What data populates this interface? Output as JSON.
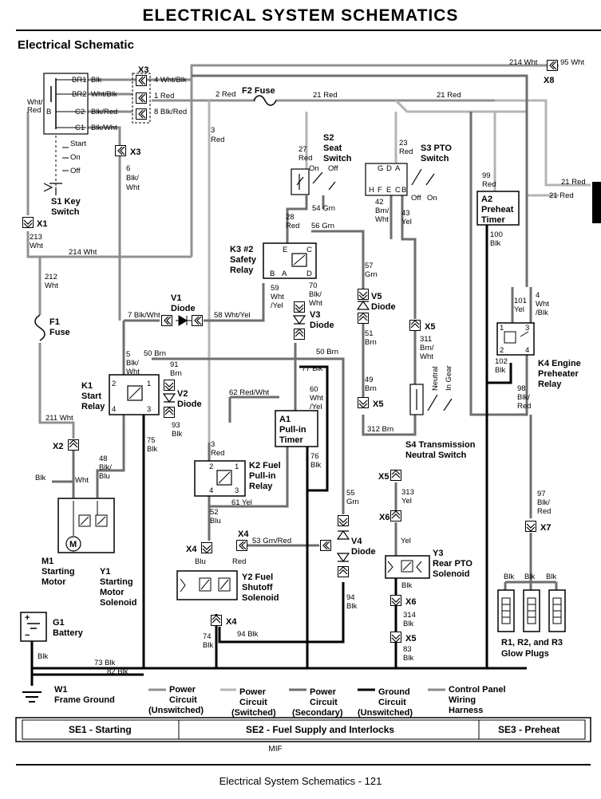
{
  "page": {
    "title": "ELECTRICAL   SYSTEM SCHEMATICS",
    "section_heading": "Electrical Schematic",
    "footer_code": "MIF",
    "footer_text": "Electrical   System Schematics  - 121"
  },
  "colors": {
    "power_unswitched": "#909090",
    "power_switched": "#b4b4b4",
    "power_secondary": "#6e6e6e",
    "ground": "#000000",
    "harness": "#8a8a8a"
  },
  "wire_labels": {
    "br1_blk": "Blk",
    "br2_whtblk": "Wht/Blk",
    "c2_blkred": "Blk/Red",
    "c1_blkwht": "Blk/Wht",
    "whtred_1": "Wht/",
    "whtred_2": "Red",
    "w4": "4 Wht/Blk",
    "w1": "1 Red",
    "w8": "8 Blk/Red",
    "w2": "2 Red",
    "w21a": "21 Red",
    "w21b": "21 Red",
    "w21c": "21 Red",
    "w21d": "21 Red",
    "w214a": "214 Wht",
    "w95": "95 Wht",
    "w3a_1": "3",
    "w3a_2": "Red",
    "w6_1": "6",
    "w6_2": "Blk/",
    "w6_3": "Wht",
    "w27_1": "27",
    "w27_2": "Red",
    "w23_1": "23",
    "w23_2": "Red",
    "w99_1": "99",
    "w99_2": "Red",
    "w54": "54 Grn",
    "w42_1": "42",
    "w42_2": "Brn/",
    "w42_3": "Wht",
    "w43_1": "43",
    "w43_2": "Yel",
    "w213_1": "213",
    "w213_2": "Wht",
    "w214b": "214 Wht",
    "w28_1": "28",
    "w28_2": "Red",
    "w56": "56 Grn",
    "w100_1": "100",
    "w100_2": "Blk",
    "w212_1": "212",
    "w212_2": "Wht",
    "w57_1": "57",
    "w57_2": "Grn",
    "w59_1": "59",
    "w59_2": "Wht",
    "w59_3": "/Yel",
    "w70_1": "70",
    "w70_2": "Blk/",
    "w70_3": "Wht",
    "w101_1": "101",
    "w101_2": "Yel",
    "w4wb_1": "4",
    "w4wb_2": "Wht",
    "w4wb_3": "/Blk",
    "w7": "7 Blk/Wht",
    "w58": "58 Wht/Yel",
    "w51_1": "51",
    "w51_2": "Brn",
    "w311_1": "311",
    "w311_2": "Brn/",
    "w311_3": "Wht",
    "w5_1": "5",
    "w5_2": "Blk/",
    "w5_3": "Wht",
    "w50a": "50 Brn",
    "w50b": "50 Brn",
    "w91_1": "91",
    "w91_2": "Brn",
    "w77": "77 Blk",
    "w102_1": "102",
    "w102_2": "Blk",
    "w49_1": "49",
    "w49_2": "Brn",
    "w62": "62 Red/Wht",
    "w60_1": "60",
    "w60_2": "Wht",
    "w60_3": "/Yel",
    "w98_1": "98",
    "w98_2": "Blk/",
    "w98_3": "Red",
    "w211": "211 Wht",
    "w93_1": "93",
    "w93_2": "Blk",
    "w312": "312 Brn",
    "w75_1": "75",
    "w75_2": "Blk",
    "w3b_1": "3",
    "w3b_2": "Red",
    "w76_1": "76",
    "w76_2": "Blk",
    "w48_1": "48",
    "w48_2": "Blk/",
    "w48_3": "Blu",
    "w313_1": "313",
    "w313_2": "Yel",
    "w97_1": "97",
    "w97_2": "Blk/",
    "w97_3": "Red",
    "blk_m1": "Blk",
    "wht_m1": "Wht",
    "w61": "61 Yel",
    "w55_1": "55",
    "w55_2": "Grn",
    "w52_1": "52",
    "w52_2": "Blu",
    "w53": "53 Grn/Red",
    "yel_y3": "Yel",
    "blu_y2": "Blu",
    "red_y2": "Red",
    "blk_y3": "Blk",
    "blk_r1": "Blk",
    "blk_r2": "Blk",
    "blk_r3": "Blk",
    "w94a_1": "94",
    "w94a_2": "Blk",
    "w314_1": "314",
    "w314_2": "Blk",
    "w74_1": "74",
    "w74_2": "Blk",
    "w94b": "94 Blk",
    "w83_1": "83",
    "w83_2": "Blk",
    "blk_g1": "Blk",
    "w73": "73 Blk",
    "w82": "82 Blk"
  },
  "components": {
    "s1_line1": "S1 Key",
    "s1_line2": "Switch",
    "s1_br1": "BR1",
    "s1_br2": "BR2",
    "s1_c2": "C2",
    "s1_c1": "C1",
    "s1_b": "B",
    "s1_start": "Start",
    "s1_on": "On",
    "s1_off": "Off",
    "f2": "F2 Fuse",
    "s2_line1": "S2",
    "s2_line2": "Seat",
    "s2_line3": "Switch",
    "s2_on": "On",
    "s2_off": "Off",
    "s3_line1": "S3 PTO",
    "s3_line2": "Switch",
    "s3_off": "Off",
    "s3_on": "On",
    "s3_g": "G",
    "s3_d": "D",
    "s3_a": "A",
    "s3_h": "H",
    "s3_f": "F",
    "s3_e": "E",
    "s3_c": "C",
    "s3_b": "B",
    "a2_line1": "A2",
    "a2_line2": "Preheat",
    "a2_line3": "Timer",
    "k3_line1": "K3 #2",
    "k3_line2": "Safety",
    "k3_line3": "Relay",
    "k3_e": "E",
    "k3_c": "C",
    "k3_b": "B",
    "k3_a": "A",
    "k3_d": "D",
    "v1_line1": "V1",
    "v1_line2": "Diode",
    "v3_line1": "V3",
    "v3_line2": "Diode",
    "v5_line1": "V5",
    "v5_line2": "Diode",
    "f1_line1": "F1",
    "f1_line2": "Fuse",
    "k4_line1": "K4 Engine",
    "k4_line2": "Preheater",
    "k4_line3": "Relay",
    "k4_1": "1",
    "k4_3": "3",
    "k4_2": "2",
    "k4_4": "4",
    "k1_line1": "K1",
    "k1_line2": "Start",
    "k1_line3": "Relay",
    "k1_2": "2",
    "k1_1": "1",
    "k1_4": "4",
    "k1_3": "3",
    "v2_line1": "V2",
    "v2_line2": "Diode",
    "a1_line1": "A1",
    "a1_line2": "Pull-in",
    "a1_line3": "Timer",
    "s4_neutral": "Neutral",
    "s4_ingear": "In Gear",
    "s4_line1": "S4 Transmission",
    "s4_line2": "Neutral Switch",
    "k2_line1": "K2 Fuel",
    "k2_line2": "Pull-in",
    "k2_line3": "Relay",
    "k2_2": "2",
    "k2_1": "1",
    "k2_4": "4",
    "k2_3": "3",
    "m1_line1": "M1",
    "m1_line2": "Starting",
    "m1_line3": "Motor",
    "m1_symbol": "M",
    "y1_line1": "Y1",
    "y1_line2": "Starting",
    "y1_line3": "Motor",
    "y1_line4": "Solenoid",
    "y2_line1": "Y2 Fuel",
    "y2_line2": "Shutoff",
    "y2_line3": "Solenoid",
    "v4_line1": "V4",
    "v4_line2": "Diode",
    "y3_line1": "Y3",
    "y3_line2": "Rear PTO",
    "y3_line3": "Solenoid",
    "r_line1": "R1, R2, and R3",
    "r_line2": "Glow Plugs",
    "g1_line1": "G1",
    "g1_line2": "Battery",
    "g1_plus": "+",
    "g1_minus": "−",
    "w1_line1": "W1",
    "w1_line2": "Frame Ground"
  },
  "connectors": {
    "x3_top": "X3",
    "x3_mid": "X3",
    "x8": "X8",
    "x1": "X1",
    "x5_a": "X5",
    "x5_b": "X5",
    "x5_c": "X5",
    "x5_d": "X5",
    "x2": "X2",
    "x6_a": "X6",
    "x6_b": "X6",
    "x7": "X7",
    "x4_a": "X4",
    "x4_b": "X4",
    "x4_c": "X4"
  },
  "legend": {
    "power_unswitched_1": "Power",
    "power_unswitched_2": "Circuit",
    "power_unswitched_3": "(Unswitched)",
    "power_switched_1": "Power",
    "power_switched_2": "Circuit",
    "power_switched_3": "(Switched)",
    "power_secondary_1": "Power",
    "power_secondary_2": "Circuit",
    "power_secondary_3": "(Secondary)",
    "ground_1": "Ground",
    "ground_2": "Circuit",
    "ground_3": "(Unswitched)",
    "harness_1": "Control Panel",
    "harness_2": "Wiring",
    "harness_3": "Harness"
  },
  "sections": {
    "se1": "SE1 - Starting",
    "se2": "SE2 - Fuel Supply and Interlocks",
    "se3": "SE3 - Preheat"
  }
}
